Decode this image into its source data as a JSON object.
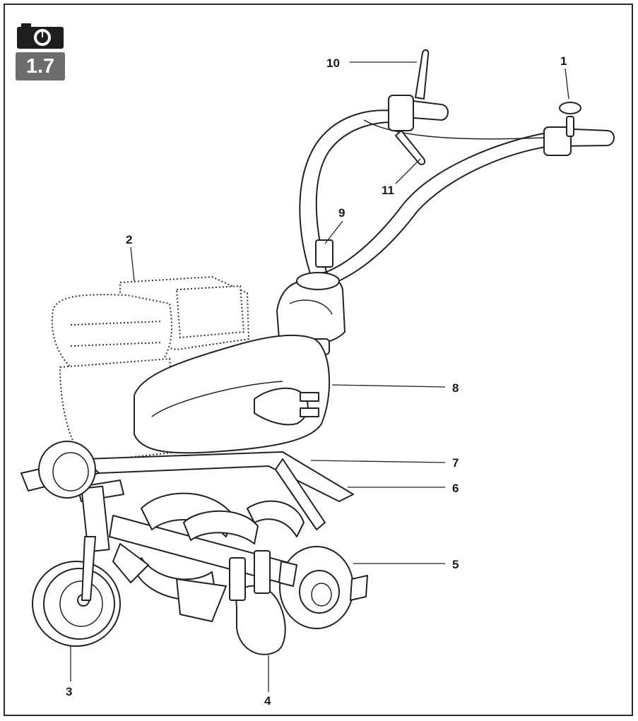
{
  "badge": {
    "icon": "camera-icon",
    "figure_number": "1.7"
  },
  "callouts": [
    "1",
    "2",
    "3",
    "4",
    "5",
    "6",
    "7",
    "8",
    "9",
    "10",
    "11"
  ],
  "colors": {
    "line": "#222222",
    "badge_bg": "#6d6d6d",
    "border": "#2b2b2b"
  }
}
